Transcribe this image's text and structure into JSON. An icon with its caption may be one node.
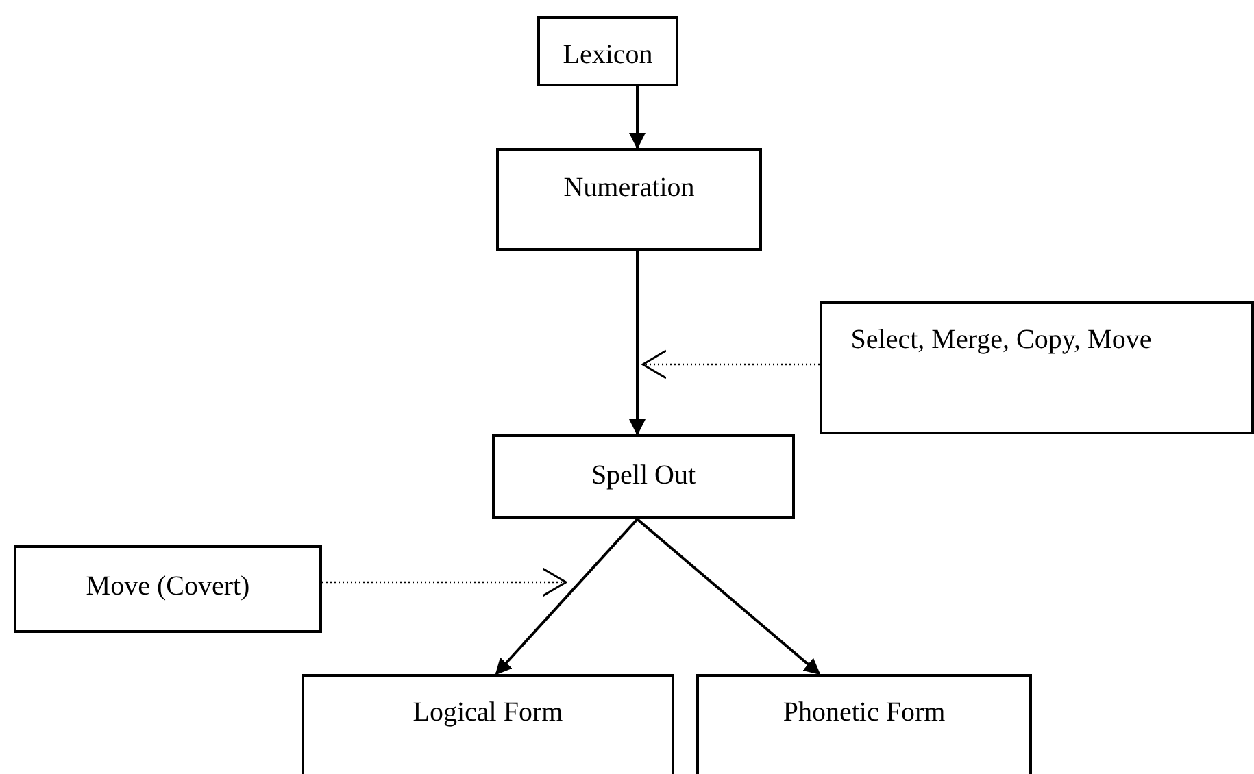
{
  "diagram": {
    "nodes": [
      {
        "text": [
          "Lexicon"
        ]
      },
      {
        "text": [
          "Numeration"
        ]
      },
      {
        "text": [
          "Spell Out"
        ]
      },
      {
        "text": [
          "Select, Merge, Copy, Move"
        ]
      },
      {
        "text": [
          "Move (Covert)"
        ]
      },
      {
        "text": [
          "Logical Form"
        ]
      },
      {
        "text": [
          "Phonetic Form"
        ]
      }
    ],
    "edges": [
      {
        "from": 0,
        "to": 1,
        "arrow": "to"
      },
      {
        "from": 1,
        "to": 2,
        "arrow": "to"
      },
      {
        "from": 3,
        "to": null,
        "arrow": "to",
        "style": "dashed"
      },
      {
        "from": 2,
        "to": 5,
        "arrow": "to"
      },
      {
        "from": 2,
        "to": 6,
        "arrow": "to"
      },
      {
        "from": 4,
        "to": null,
        "arrow": "to",
        "style": "dashed"
      }
    ]
  }
}
